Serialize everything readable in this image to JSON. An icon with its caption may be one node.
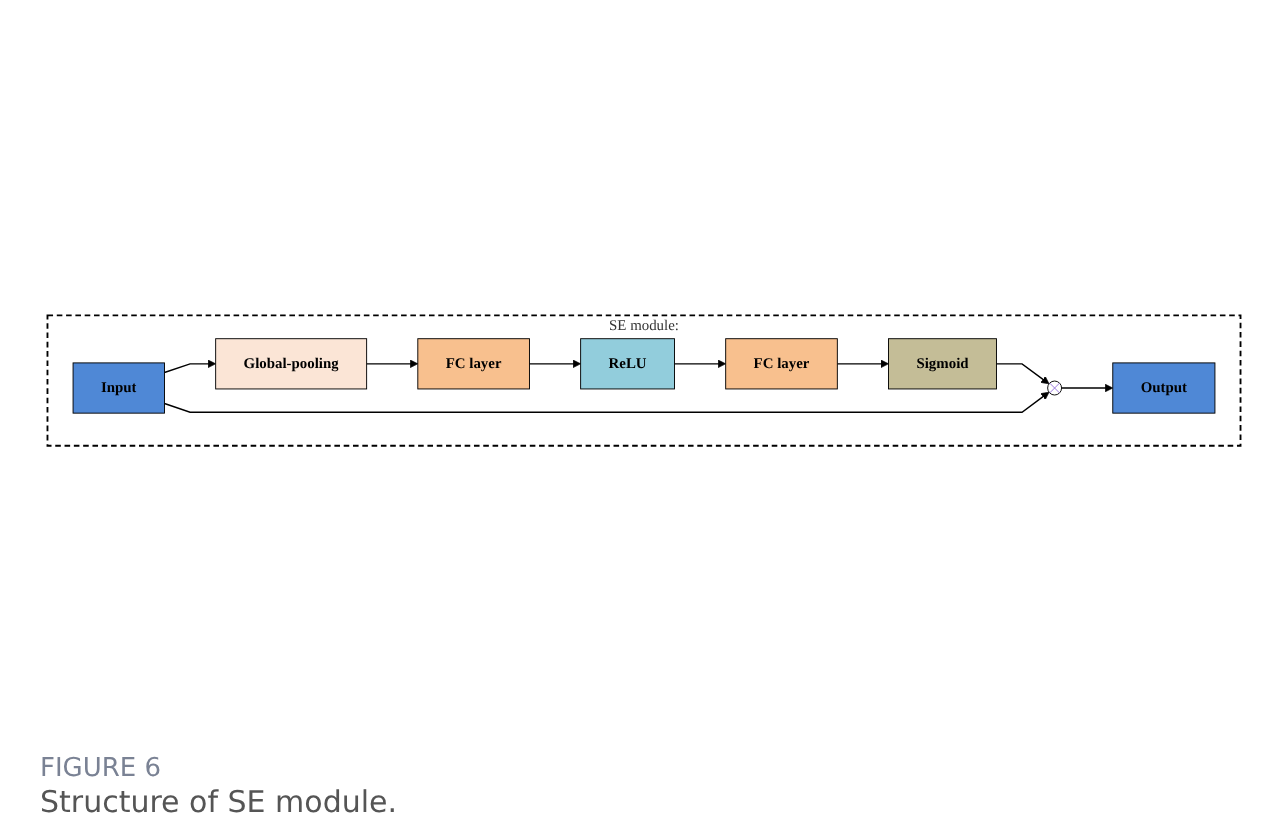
{
  "diagram": {
    "caption": "Structure of SE module.",
    "nodes": [
      {
        "text": [
          "SE module:"
        ]
      },
      {
        "text": [
          "Input"
        ],
        "in": 0
      },
      {
        "text": [
          "Global-pooling"
        ],
        "in": 0
      },
      {
        "text": [
          "FC layer"
        ],
        "in": 0
      },
      {
        "text": [
          "ReLU"
        ],
        "in": 0
      },
      {
        "text": [
          "FC layer"
        ],
        "in": 0
      },
      {
        "text": [
          "Sigmoid"
        ],
        "in": 0
      },
      {
        "text": [],
        "shape": "circle",
        "in": 0
      },
      {
        "text": [
          "Output"
        ],
        "in": 0
      }
    ],
    "edges": [
      {
        "from": 1,
        "to": 2,
        "arrow": "to"
      },
      {
        "from": 2,
        "to": 3,
        "arrow": "to"
      },
      {
        "from": 3,
        "to": 4,
        "arrow": "to"
      },
      {
        "from": 4,
        "to": 5,
        "arrow": "to"
      },
      {
        "from": 5,
        "to": 6,
        "arrow": "to"
      },
      {
        "from": 6,
        "to": 7,
        "arrow": "to"
      },
      {
        "from": 1,
        "to": 7,
        "arrow": "to"
      },
      {
        "from": 7,
        "to": 8,
        "arrow": "to"
      }
    ],
    "labels": [
      "FIGURE 6"
    ]
  }
}
